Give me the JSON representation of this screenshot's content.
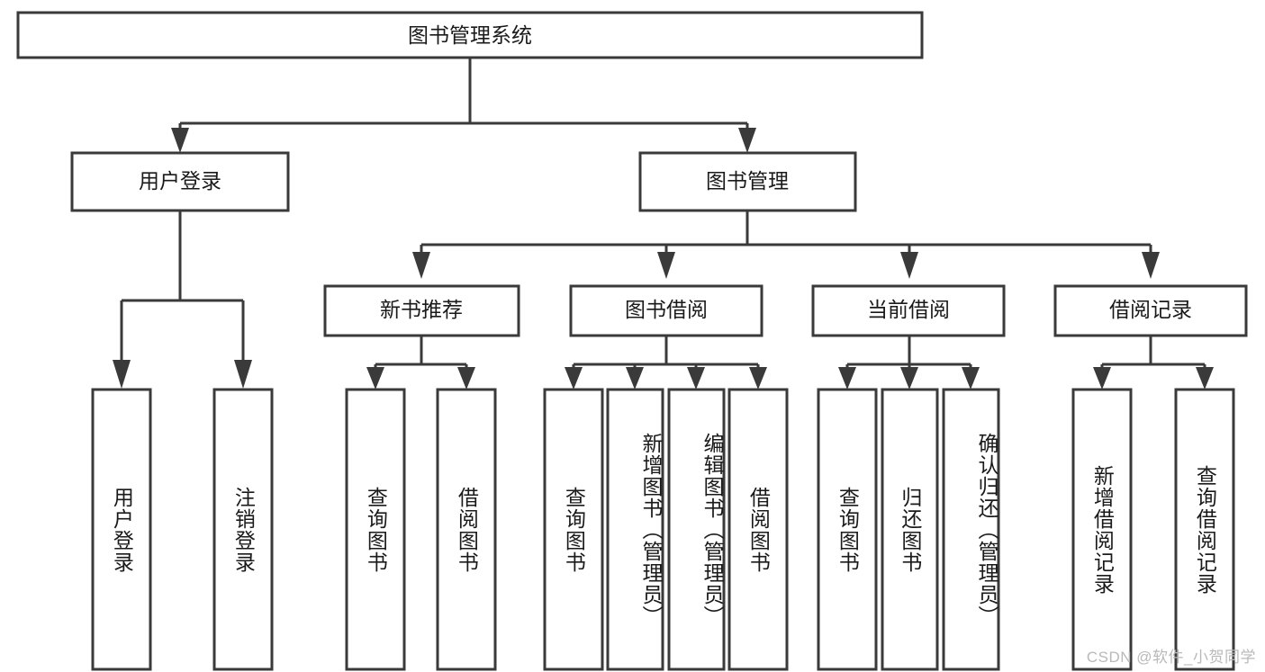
{
  "diagram": {
    "type": "hierarchy-tree",
    "title": "图书管理系统",
    "orientation": "top-down",
    "colors": {
      "box_stroke": "#3a3a3a",
      "box_fill": "#ffffff",
      "text": "#1a1a1a",
      "watermark": "#b9b9b9",
      "background": "#ffffff"
    },
    "levels": 4,
    "root": {
      "label": "图书管理系统",
      "children": [
        {
          "label": "用户登录",
          "children": [
            {
              "label": "用户登录"
            },
            {
              "label": "注销登录"
            }
          ]
        },
        {
          "label": "图书管理",
          "children": [
            {
              "label": "新书推荐",
              "children": [
                {
                  "label": "查询图书"
                },
                {
                  "label": "借阅图书"
                }
              ]
            },
            {
              "label": "图书借阅",
              "children": [
                {
                  "label": "查询图书"
                },
                {
                  "label": "新增图书（管理员）"
                },
                {
                  "label": "编辑图书（管理员）"
                },
                {
                  "label": "借阅图书"
                }
              ]
            },
            {
              "label": "当前借阅",
              "children": [
                {
                  "label": "查询图书"
                },
                {
                  "label": "归还图书"
                },
                {
                  "label": "确认归还（管理员）"
                }
              ]
            },
            {
              "label": "借阅记录",
              "children": [
                {
                  "label": "新增借阅记录"
                },
                {
                  "label": "查询借阅记录"
                }
              ]
            }
          ]
        }
      ]
    }
  },
  "nodes": {
    "root": "图书管理系统",
    "l2": {
      "user_login": "用户登录",
      "book_manage": "图书管理"
    },
    "l3": {
      "new_book_rec": "新书推荐",
      "book_borrow": "图书借阅",
      "current_borrow": "当前借阅",
      "borrow_record": "借阅记录"
    },
    "leaf": {
      "user_login": "用户登录",
      "logout": "注销登录",
      "query_book_a": "查询图书",
      "borrow_book_a": "借阅图书",
      "query_book_b": "查询图书",
      "add_book_admin": "新增图书（管理员）",
      "edit_book_admin": "编辑图书（管理员）",
      "borrow_book_b": "借阅图书",
      "query_book_c": "查询图书",
      "return_book": "归还图书",
      "confirm_return_admin": "确认归还（管理员）",
      "add_borrow_record": "新增借阅记录",
      "query_borrow_record": "查询借阅记录"
    }
  },
  "watermark": {
    "text": "CSDN @软件_小贺同学"
  }
}
